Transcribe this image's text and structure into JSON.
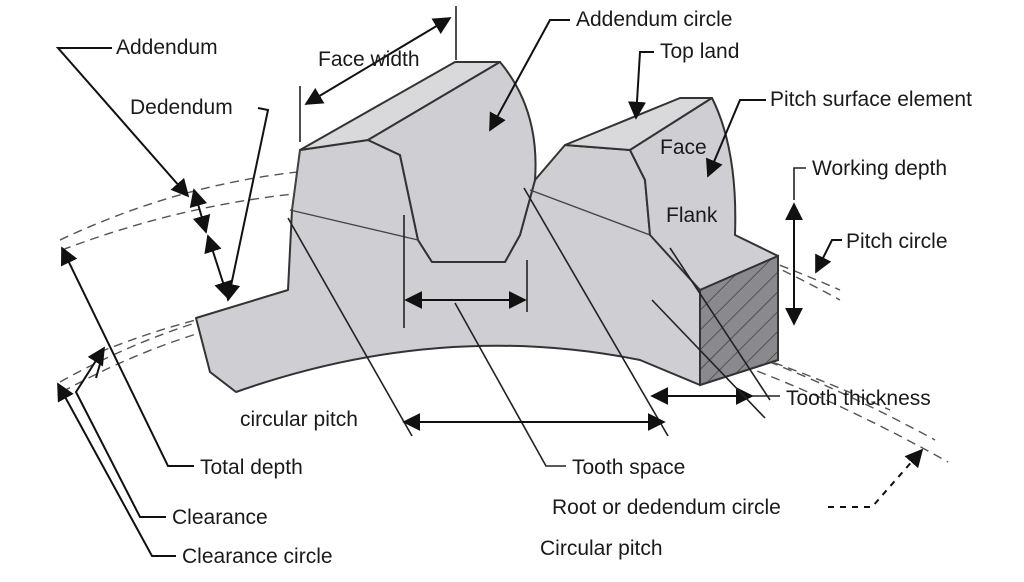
{
  "labels": {
    "addendum": "Addendum",
    "face_width": "Face width",
    "addendum_circle": "Addendum circle",
    "top_land": "Top land",
    "dedendum": "Dedendum",
    "pitch_surface_element": "Pitch surface element",
    "face": "Face",
    "working_depth": "Working depth",
    "flank": "Flank",
    "pitch_circle": "Pitch circle",
    "circular_pitch_lower": "circular pitch",
    "tooth_thickness": "Tooth thickness",
    "total_depth": "Total depth",
    "tooth_space": "Tooth space",
    "root_circle": "Root or dedendum circle",
    "clearance": "Clearance",
    "circular_pitch_upper": "Circular pitch",
    "clearance_circle": "Clearance circle"
  }
}
